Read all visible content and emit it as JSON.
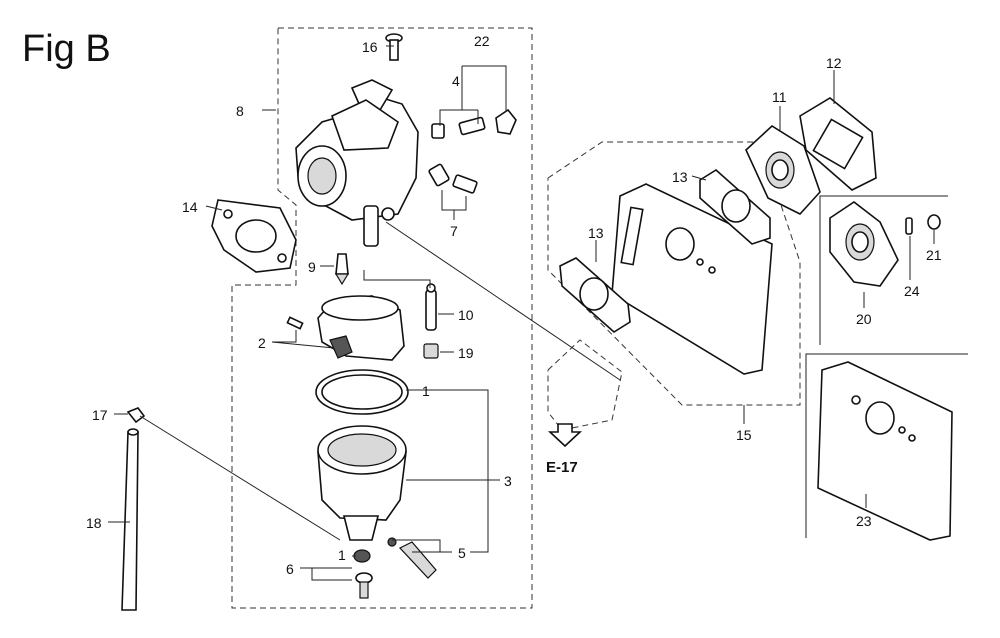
{
  "figure_title": "Fig B",
  "ref_label": "E-17",
  "callouts": {
    "c1a": "1",
    "c1b": "1",
    "c2": "2",
    "c3": "3",
    "c4": "4",
    "c5": "5",
    "c6": "6",
    "c7": "7",
    "c8": "8",
    "c9": "9",
    "c10": "10",
    "c11": "11",
    "c12": "12",
    "c13a": "13",
    "c13b": "13",
    "c14": "14",
    "c15": "15",
    "c16": "16",
    "c17": "17",
    "c18": "18",
    "c19": "19",
    "c20": "20",
    "c21": "21",
    "c22": "22",
    "c23": "23",
    "c24": "24"
  }
}
